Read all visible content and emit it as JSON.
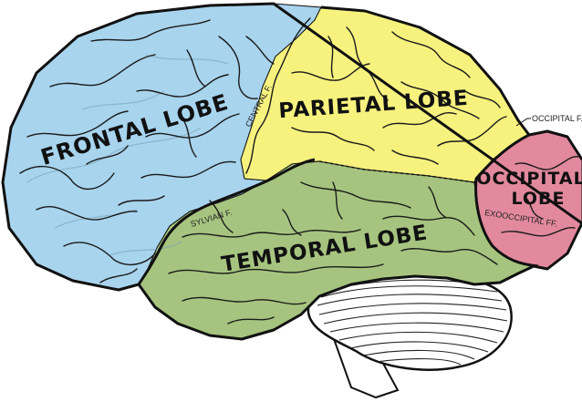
{
  "lobes": {
    "frontal": {
      "label": "FRONTAL LOBE",
      "color": "#a8d4ee"
    },
    "parietal": {
      "label": "PARIETAL LOBE",
      "color": "#f7f27e"
    },
    "temporal": {
      "label": "TEMPORAL LOBE",
      "color": "#a6c47f"
    },
    "occipital": {
      "label_line1": "OCCIPITAL",
      "label_line2": "LOBE",
      "color": "#e2899d"
    }
  },
  "fissures": {
    "central": "CENTRAL F.",
    "sylvian": "SYLVIAN F.",
    "occipital": "OCCIPITAL F.",
    "exooccipital": "EXOOCCIPITAL FF."
  },
  "cerebellum": {
    "color": "#ffffff"
  }
}
